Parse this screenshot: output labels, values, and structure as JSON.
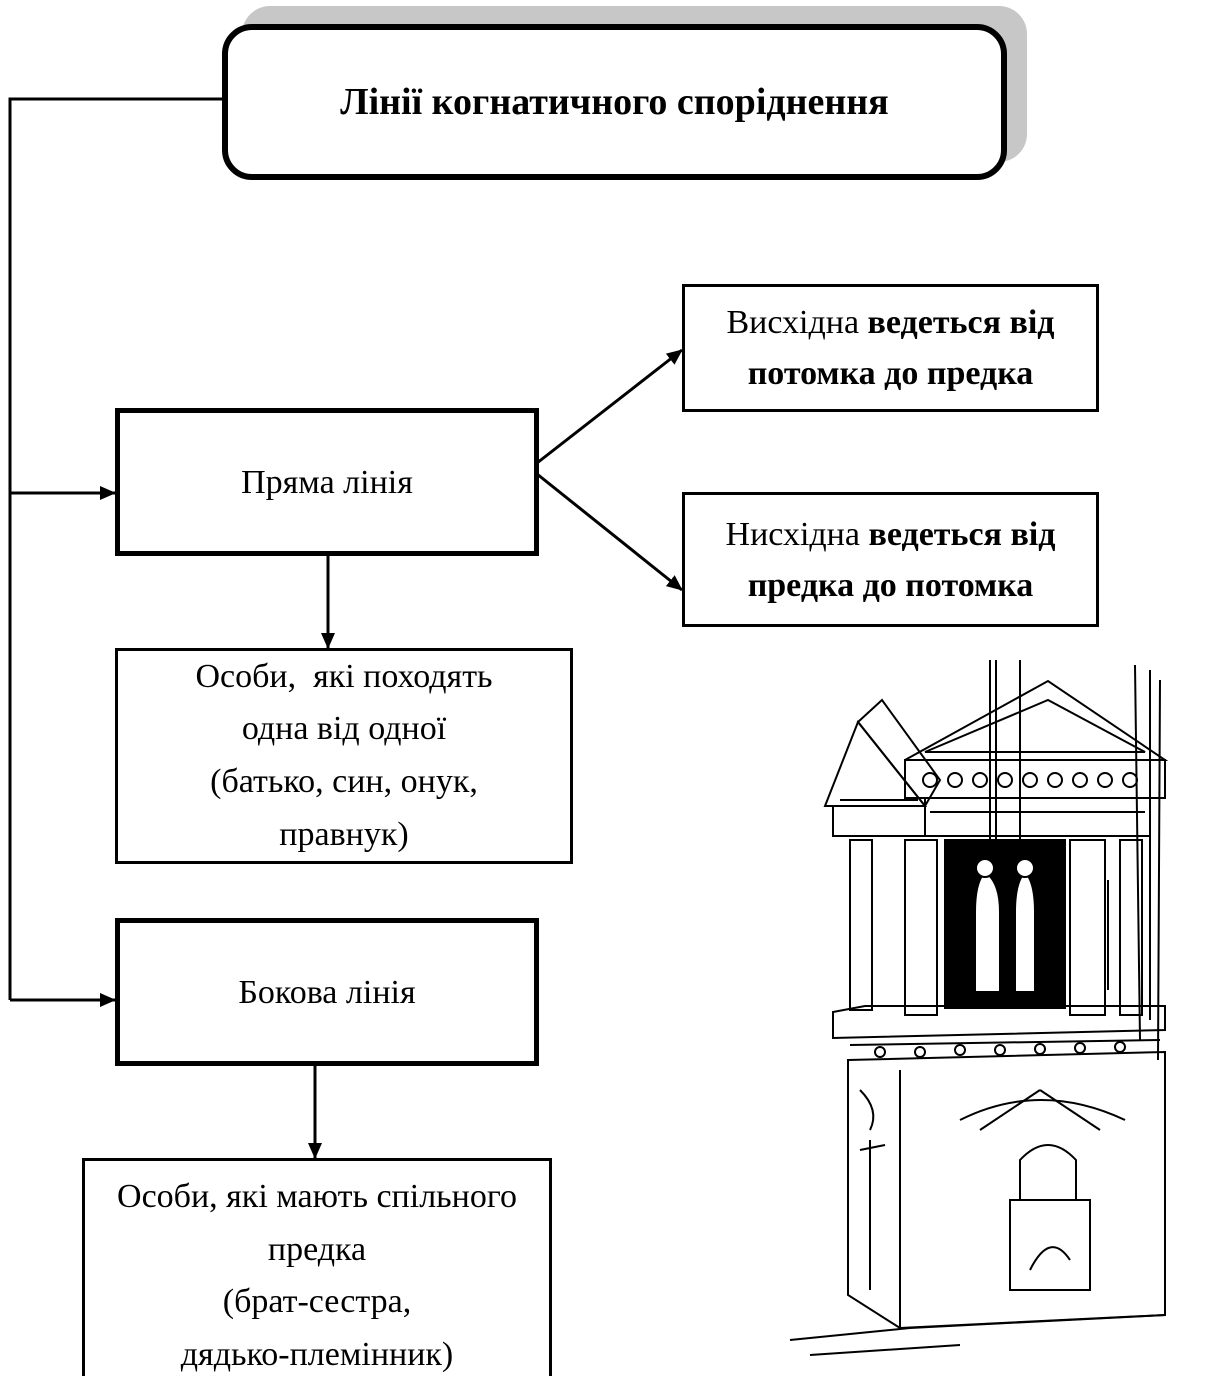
{
  "title": "Лінії когнатичного споріднення",
  "direct": {
    "label": "Пряма лінія",
    "ascending": {
      "text": "Висхідна ",
      "bold": "ведеться від потомка до предка"
    },
    "descending": {
      "text": "Нисхідна ",
      "bold": "ведеться від предка до потомка"
    },
    "persons": [
      "Особи,  які походять",
      "одна від одної",
      "(батько, син, онук,",
      "правнук)"
    ]
  },
  "collateral": {
    "label": "Бокова лінія",
    "persons": [
      "Особи, які мають спільного",
      "предка",
      "(брат-сестра,",
      "дядько-племінник)"
    ]
  }
}
